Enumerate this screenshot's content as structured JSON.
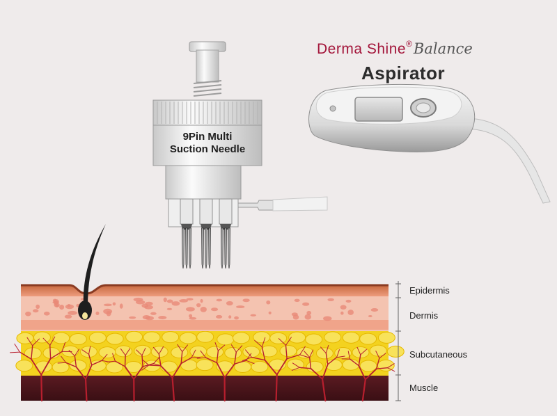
{
  "brand": {
    "name": "Derma Shine",
    "registered_mark": "®",
    "script": "Balance"
  },
  "product": {
    "title": "Aspirator"
  },
  "needle": {
    "label_line1": "9Pin Multi",
    "label_line2": "Suction Needle"
  },
  "skin_layers": [
    {
      "label": "Epidermis"
    },
    {
      "label": "Dermis"
    },
    {
      "label": "Subcutaneous"
    },
    {
      "label": "Muscle"
    }
  ],
  "colors": {
    "background": "#efebeb",
    "brand": "#a3153a",
    "epidermis": "#e79a80",
    "dermis": "#f4c3b0",
    "fat": "#f3d21f",
    "muscle": "#4a161c",
    "vessel": "#b81f2e"
  }
}
